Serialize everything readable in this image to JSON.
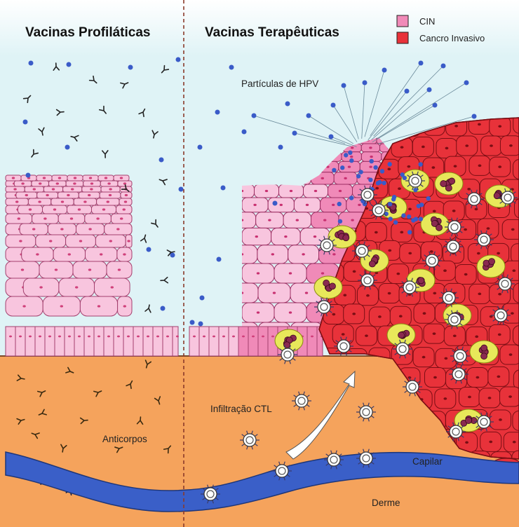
{
  "headers": {
    "left": "Vacinas Profiláticas",
    "right": "Vacinas Terapêuticas"
  },
  "legend": [
    {
      "label": "CIN",
      "color": "#f08ab8"
    },
    {
      "label": "Cancro Invasivo",
      "color": "#e8323a"
    }
  ],
  "labels": {
    "hpv": "Partículas de HPV",
    "antibodies": "Anticorpos",
    "ctl": "Infiltração CTL",
    "capillary": "Capilar",
    "dermis": "Derme"
  },
  "colors": {
    "fluid": "#dff3f6",
    "dermis": "#f5a35c",
    "capillary": "#3a5fc8",
    "normal_cell": "#f8c5de",
    "cin_cell": "#f08ab8",
    "cancer_cell": "#e8323a",
    "virus": "#3a5bc8",
    "infected_cluster": "#e8e85a"
  }
}
